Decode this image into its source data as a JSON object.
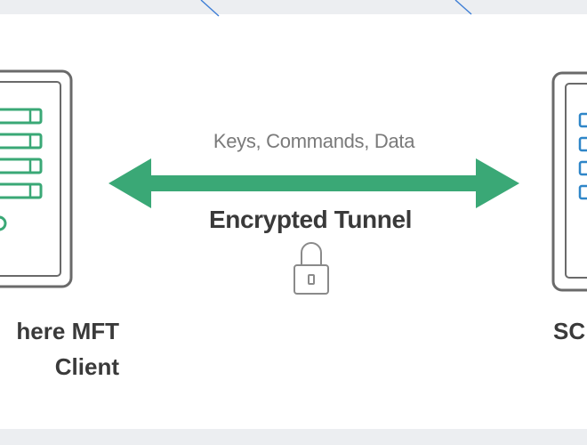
{
  "diagram": {
    "arrow_caption": "Keys, Commands, Data",
    "tunnel_label": "Encrypted Tunnel",
    "client_label_line1": "here MFT",
    "client_label_line2": "Client",
    "server_label": "SC"
  },
  "icons": {
    "left_device": "client-device-icon",
    "right_device": "server-device-icon",
    "arrow": "double-arrow-icon",
    "lock": "padlock-icon"
  },
  "colors": {
    "arrow_green": "#3aa876",
    "client_accent": "#3aa876",
    "server_accent": "#2f86c8",
    "device_outline": "#6a6a6a",
    "band": "#eceef1",
    "panel": "#ffffff"
  }
}
